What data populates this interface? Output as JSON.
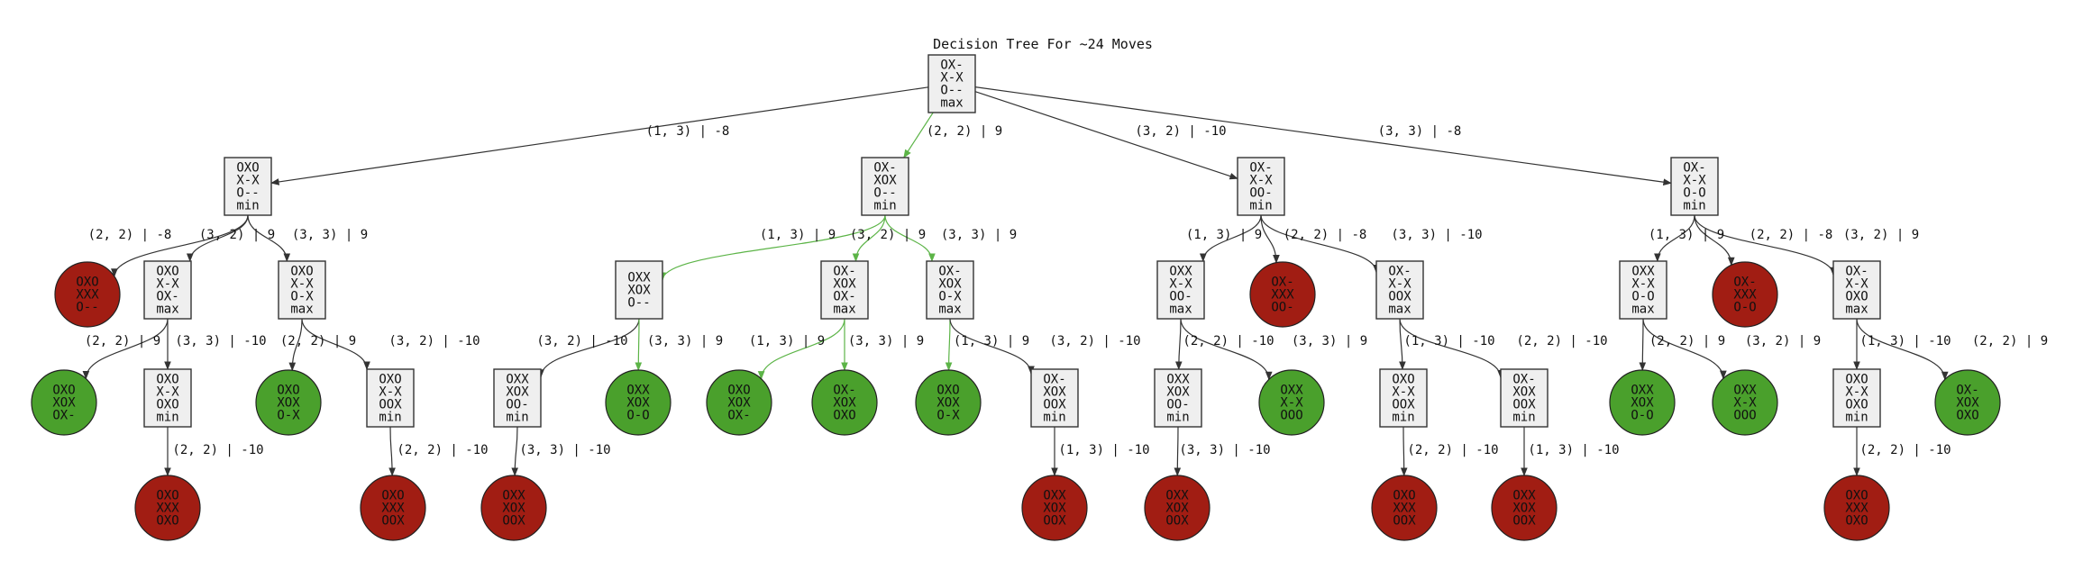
{
  "title": "Decision Tree For ~24 Moves",
  "colors": {
    "edge_default": "#333333",
    "edge_path": "#5cb447",
    "node_fill": "#efefef",
    "leaf_win": "#4aa02c",
    "leaf_loss": "#a11d13"
  },
  "nodes": [
    {
      "id": "root",
      "lines": [
        "OX-",
        "X-X",
        "O--",
        "max"
      ],
      "kind": "box"
    },
    {
      "id": "a",
      "lines": [
        "OXO",
        "X-X",
        "O--",
        "min"
      ],
      "kind": "box"
    },
    {
      "id": "b",
      "lines": [
        "OX-",
        "XOX",
        "O--",
        "min"
      ],
      "kind": "box"
    },
    {
      "id": "c",
      "lines": [
        "OX-",
        "X-X",
        "OO-",
        "min"
      ],
      "kind": "box"
    },
    {
      "id": "d",
      "lines": [
        "OX-",
        "X-X",
        "O-O",
        "min"
      ],
      "kind": "box"
    },
    {
      "id": "a1",
      "lines": [
        "OXO",
        "XXX",
        "O--"
      ],
      "kind": "loss"
    },
    {
      "id": "a2",
      "lines": [
        "OXO",
        "X-X",
        "OX-",
        "max"
      ],
      "kind": "box"
    },
    {
      "id": "a3",
      "lines": [
        "OXO",
        "X-X",
        "O-X",
        "max"
      ],
      "kind": "box"
    },
    {
      "id": "b1",
      "lines": [
        "OXX",
        "XOX",
        "O--"
      ],
      "kind": "box"
    },
    {
      "id": "b2",
      "lines": [
        "OX-",
        "XOX",
        "OX-",
        "max"
      ],
      "kind": "box"
    },
    {
      "id": "b3",
      "lines": [
        "OX-",
        "XOX",
        "O-X",
        "max"
      ],
      "kind": "box"
    },
    {
      "id": "c1",
      "lines": [
        "OXX",
        "X-X",
        "OO-",
        "max"
      ],
      "kind": "box"
    },
    {
      "id": "c2",
      "lines": [
        "OX-",
        "XXX",
        "OO-"
      ],
      "kind": "loss"
    },
    {
      "id": "c3",
      "lines": [
        "OX-",
        "X-X",
        "OOX",
        "max"
      ],
      "kind": "box"
    },
    {
      "id": "d1",
      "lines": [
        "OXX",
        "X-X",
        "O-O",
        "max"
      ],
      "kind": "box"
    },
    {
      "id": "d2",
      "lines": [
        "OX-",
        "XXX",
        "O-O"
      ],
      "kind": "loss"
    },
    {
      "id": "d3",
      "lines": [
        "OX-",
        "X-X",
        "OXO",
        "max"
      ],
      "kind": "box"
    },
    {
      "id": "a2a",
      "lines": [
        "OXO",
        "XOX",
        "OX-"
      ],
      "kind": "win"
    },
    {
      "id": "a2b",
      "lines": [
        "OXO",
        "X-X",
        "OXO",
        "min"
      ],
      "kind": "box"
    },
    {
      "id": "a3a",
      "lines": [
        "OXO",
        "XOX",
        "O-X"
      ],
      "kind": "win"
    },
    {
      "id": "a3b",
      "lines": [
        "OXO",
        "X-X",
        "OOX",
        "min"
      ],
      "kind": "box"
    },
    {
      "id": "b1a",
      "lines": [
        "OXX",
        "XOX",
        "OO-",
        "min"
      ],
      "kind": "box"
    },
    {
      "id": "b1b",
      "lines": [
        "OXX",
        "XOX",
        "O-O"
      ],
      "kind": "win"
    },
    {
      "id": "b2a",
      "lines": [
        "OXO",
        "XOX",
        "OX-"
      ],
      "kind": "win"
    },
    {
      "id": "b2b",
      "lines": [
        "OX-",
        "XOX",
        "OXO"
      ],
      "kind": "win"
    },
    {
      "id": "b3a",
      "lines": [
        "OXO",
        "XOX",
        "O-X"
      ],
      "kind": "win"
    },
    {
      "id": "b3b",
      "lines": [
        "OX-",
        "XOX",
        "OOX",
        "min"
      ],
      "kind": "box"
    },
    {
      "id": "c1a",
      "lines": [
        "OXX",
        "XOX",
        "OO-",
        "min"
      ],
      "kind": "box"
    },
    {
      "id": "c1b",
      "lines": [
        "OXX",
        "X-X",
        "OOO"
      ],
      "kind": "win"
    },
    {
      "id": "c3a",
      "lines": [
        "OXO",
        "X-X",
        "OOX",
        "min"
      ],
      "kind": "box"
    },
    {
      "id": "c3b",
      "lines": [
        "OX-",
        "XOX",
        "OOX",
        "min"
      ],
      "kind": "box"
    },
    {
      "id": "d1a",
      "lines": [
        "OXX",
        "XOX",
        "O-O"
      ],
      "kind": "win"
    },
    {
      "id": "d1b",
      "lines": [
        "OXX",
        "X-X",
        "OOO"
      ],
      "kind": "win"
    },
    {
      "id": "d3a",
      "lines": [
        "OXO",
        "X-X",
        "OXO",
        "min"
      ],
      "kind": "box"
    },
    {
      "id": "d3b",
      "lines": [
        "OX-",
        "XOX",
        "OXO"
      ],
      "kind": "win"
    },
    {
      "id": "a2b1",
      "lines": [
        "OXO",
        "XXX",
        "OXO"
      ],
      "kind": "loss"
    },
    {
      "id": "a3b1",
      "lines": [
        "OXO",
        "XXX",
        "OOX"
      ],
      "kind": "loss"
    },
    {
      "id": "b1a1",
      "lines": [
        "OXX",
        "XOX",
        "OOX"
      ],
      "kind": "loss"
    },
    {
      "id": "b3b1",
      "lines": [
        "OXX",
        "XOX",
        "OOX"
      ],
      "kind": "loss"
    },
    {
      "id": "c1a1",
      "lines": [
        "OXX",
        "XOX",
        "OOX"
      ],
      "kind": "loss"
    },
    {
      "id": "c3a1",
      "lines": [
        "OXO",
        "XXX",
        "OOX"
      ],
      "kind": "loss"
    },
    {
      "id": "c3b1",
      "lines": [
        "OXX",
        "XOX",
        "OOX"
      ],
      "kind": "loss"
    },
    {
      "id": "d3a1",
      "lines": [
        "OXO",
        "XXX",
        "OXO"
      ],
      "kind": "loss"
    }
  ],
  "edges": [
    {
      "from": "root",
      "to": "a",
      "label": "(1, 3) | -8",
      "path": false
    },
    {
      "from": "root",
      "to": "b",
      "label": "(2, 2) | 9",
      "path": true
    },
    {
      "from": "root",
      "to": "c",
      "label": "(3, 2) | -10",
      "path": false
    },
    {
      "from": "root",
      "to": "d",
      "label": "(3, 3) | -8",
      "path": false
    },
    {
      "from": "a",
      "to": "a1",
      "label": "(2, 2) | -8",
      "path": false
    },
    {
      "from": "a",
      "to": "a2",
      "label": "(3, 2) | 9",
      "path": false
    },
    {
      "from": "a",
      "to": "a3",
      "label": "(3, 3) | 9",
      "path": false
    },
    {
      "from": "b",
      "to": "b1",
      "label": "(1, 3) | 9",
      "path": true
    },
    {
      "from": "b",
      "to": "b2",
      "label": "(3, 2) | 9",
      "path": true
    },
    {
      "from": "b",
      "to": "b3",
      "label": "(3, 3) | 9",
      "path": true
    },
    {
      "from": "c",
      "to": "c1",
      "label": "(1, 3) | 9",
      "path": false
    },
    {
      "from": "c",
      "to": "c2",
      "label": "(2, 2) | -8",
      "path": false
    },
    {
      "from": "c",
      "to": "c3",
      "label": "(3, 3) | -10",
      "path": false
    },
    {
      "from": "d",
      "to": "d1",
      "label": "(1, 3) | 9",
      "path": false
    },
    {
      "from": "d",
      "to": "d2",
      "label": "(2, 2) | -8",
      "path": false
    },
    {
      "from": "d",
      "to": "d3",
      "label": "(3, 2) | 9",
      "path": false
    },
    {
      "from": "a2",
      "to": "a2a",
      "label": "(2, 2) | 9",
      "path": false
    },
    {
      "from": "a2",
      "to": "a2b",
      "label": "(3, 3) | -10",
      "path": false
    },
    {
      "from": "a3",
      "to": "a3a",
      "label": "(2, 2) | 9",
      "path": false
    },
    {
      "from": "a3",
      "to": "a3b",
      "label": "(3, 2) | -10",
      "path": false
    },
    {
      "from": "b1",
      "to": "b1a",
      "label": "(3, 2) | -10",
      "path": false
    },
    {
      "from": "b1",
      "to": "b1b",
      "label": "(3, 3) | 9",
      "path": true
    },
    {
      "from": "b2",
      "to": "b2a",
      "label": "(1, 3) | 9",
      "path": true
    },
    {
      "from": "b2",
      "to": "b2b",
      "label": "(3, 3) | 9",
      "path": true
    },
    {
      "from": "b3",
      "to": "b3a",
      "label": "(1, 3) | 9",
      "path": true
    },
    {
      "from": "b3",
      "to": "b3b",
      "label": "(3, 2) | -10",
      "path": false
    },
    {
      "from": "c1",
      "to": "c1a",
      "label": "(2, 2) | -10",
      "path": false
    },
    {
      "from": "c1",
      "to": "c1b",
      "label": "(3, 3) | 9",
      "path": false
    },
    {
      "from": "c3",
      "to": "c3a",
      "label": "(1, 3) | -10",
      "path": false
    },
    {
      "from": "c3",
      "to": "c3b",
      "label": "(2, 2) | -10",
      "path": false
    },
    {
      "from": "d1",
      "to": "d1a",
      "label": "(2, 2) | 9",
      "path": false
    },
    {
      "from": "d1",
      "to": "d1b",
      "label": "(3, 2) | 9",
      "path": false
    },
    {
      "from": "d3",
      "to": "d3a",
      "label": "(1, 3) | -10",
      "path": false
    },
    {
      "from": "d3",
      "to": "d3b",
      "label": "(2, 2) | 9",
      "path": false
    },
    {
      "from": "a2b",
      "to": "a2b1",
      "label": "(2, 2) | -10",
      "path": false
    },
    {
      "from": "a3b",
      "to": "a3b1",
      "label": "(2, 2) | -10",
      "path": false
    },
    {
      "from": "b1a",
      "to": "b1a1",
      "label": "(3, 3) | -10",
      "path": false
    },
    {
      "from": "b3b",
      "to": "b3b1",
      "label": "(1, 3) | -10",
      "path": false
    },
    {
      "from": "c1a",
      "to": "c1a1",
      "label": "(3, 3) | -10",
      "path": false
    },
    {
      "from": "c3a",
      "to": "c3a1",
      "label": "(2, 2) | -10",
      "path": false
    },
    {
      "from": "c3b",
      "to": "c3b1",
      "label": "(1, 3) | -10",
      "path": false
    },
    {
      "from": "d3a",
      "to": "d3a1",
      "label": "(2, 2) | -10",
      "path": false
    }
  ]
}
